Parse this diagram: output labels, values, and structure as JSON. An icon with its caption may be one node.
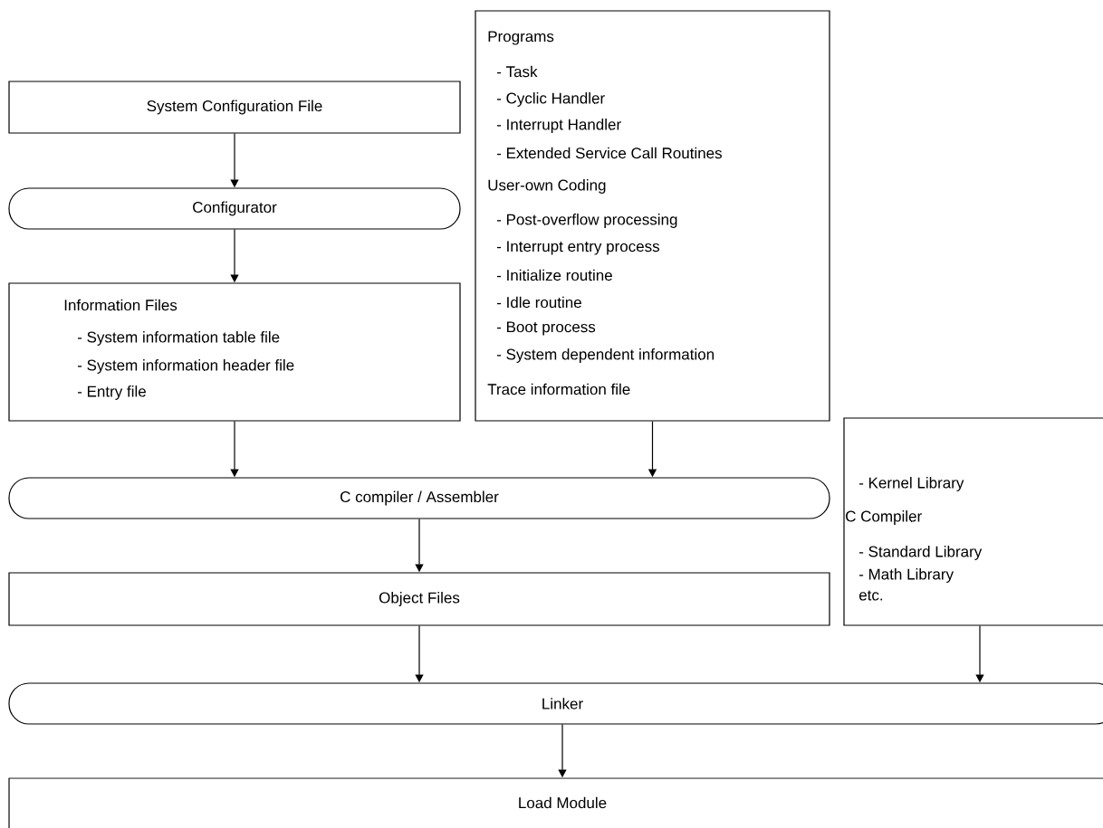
{
  "diagram": {
    "nodes": [
      {
        "text": [
          "System Configuration File"
        ]
      },
      {
        "text": [
          "Configurator"
        ]
      },
      {
        "text": [
          "Information Files",
          "- System information table file",
          "- System information header file",
          "- Entry file"
        ]
      },
      {
        "text": [
          "Programs",
          "- Task",
          "- Cyclic Handler",
          "- Interrupt Handler",
          "- Extended Service Call Routines",
          "User-own Coding",
          "- Post-overflow processing",
          "- Interrupt entry process",
          "- Initialize routine",
          "- Idle routine",
          "- Boot process",
          "- System dependent information",
          "Trace information file"
        ]
      },
      {
        "text": [
          "C compiler / Assembler"
        ]
      },
      {
        "text": [
          "Object Files"
        ]
      },
      {
        "text": [
          "- Kernel Library",
          "C Compiler",
          "- Standard Library",
          "- Math Library",
          "etc."
        ]
      },
      {
        "text": [
          "Linker"
        ]
      },
      {
        "text": [
          "Load Module"
        ]
      }
    ],
    "edges": [
      {
        "from": 0,
        "to": 1,
        "arrow": "to"
      },
      {
        "from": 1,
        "to": 2,
        "arrow": "to"
      },
      {
        "from": 2,
        "to": 4,
        "arrow": "to"
      },
      {
        "from": 3,
        "to": 4,
        "arrow": "to"
      },
      {
        "from": 4,
        "to": 5,
        "arrow": "to"
      },
      {
        "from": 5,
        "to": 7,
        "arrow": "to"
      },
      {
        "from": 6,
        "to": 7,
        "arrow": "to"
      },
      {
        "from": 7,
        "to": 8,
        "arrow": "to"
      }
    ]
  }
}
